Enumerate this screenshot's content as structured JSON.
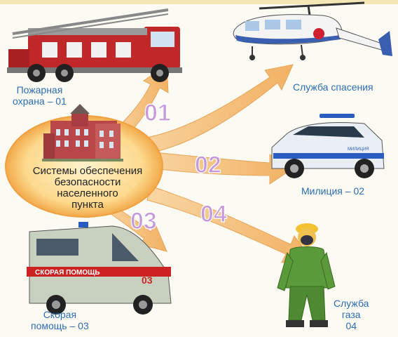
{
  "hub": {
    "lines": [
      "Системы  обеспечения",
      "безопасности",
      "населенного",
      "пункта"
    ]
  },
  "codes": {
    "fire": "01",
    "police": "02",
    "ambulance": "03",
    "gas": "04"
  },
  "services": {
    "fire": [
      "Пожарная",
      "охрана – 01"
    ],
    "rescue": [
      "Служба  спасения"
    ],
    "police": [
      "Милиция – 02"
    ],
    "ambulance": [
      "Скорая",
      "помощь – 03"
    ],
    "gas": [
      "Служба",
      "газа",
      "04"
    ]
  },
  "vehicle_text": {
    "ambulance": "СКОРАЯ  ПОМОЩЬ",
    "ambulance_number": "03",
    "police": "МИЛИЦИЯ"
  },
  "colors": {
    "arrow": "#f4c27c",
    "code_text": "#c69ad9",
    "caption": "#2c6db5",
    "hub_fill": "#f8c86a",
    "fire_truck": "#c0282a",
    "helicopter_accent": "#3a5fb0",
    "gas_suit": "#5a9a3a"
  }
}
